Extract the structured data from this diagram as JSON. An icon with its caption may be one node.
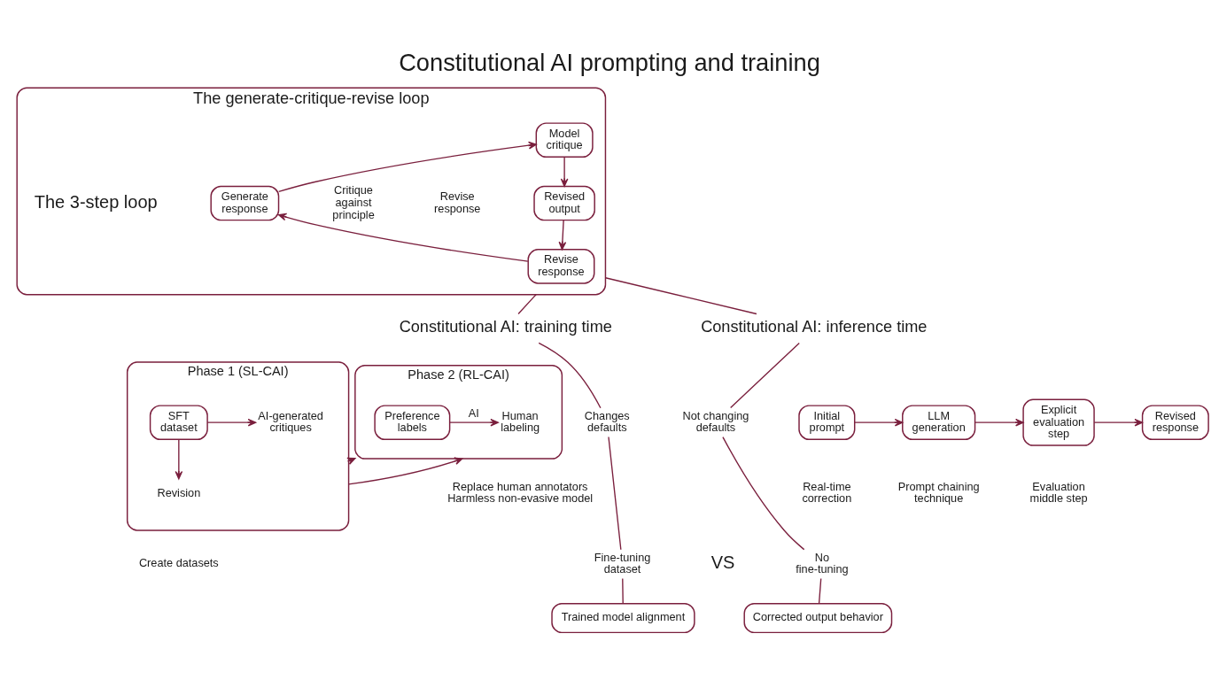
{
  "diagram": {
    "title": "Constitutional AI prompting and training",
    "nodes": [
      {
        "text": [
          "The generate-critique-revise loop"
        ]
      },
      {
        "text": [
          "Model critique"
        ],
        "in": 0
      },
      {
        "text": [
          "Generate response"
        ],
        "in": 0
      },
      {
        "text": [
          "Revised output"
        ],
        "in": 0
      },
      {
        "text": [
          "Revise response"
        ],
        "in": 0
      },
      {
        "text": [
          "Constitutional AI: training time"
        ]
      },
      {
        "text": [
          "Constitutional AI: inference time"
        ]
      },
      {
        "text": [
          "Phase 1 (SL-CAI)"
        ],
        "beside": [
          "Create datasets"
        ]
      },
      {
        "text": [
          "SFT dataset"
        ],
        "in": 7
      },
      {
        "text": [
          "AI-generated critiques"
        ],
        "in": 7
      },
      {
        "text": [
          "Revision"
        ],
        "in": 7
      },
      {
        "text": [
          "Phase 2 (RL-CAI)"
        ],
        "beside": [
          "Replace human annotators",
          "Harmless non-evasive model"
        ]
      },
      {
        "text": [
          "Preference labels"
        ],
        "in": 11
      },
      {
        "text": [
          "Human labeling"
        ],
        "in": 11
      },
      {
        "text": [
          "Changes defaults"
        ]
      },
      {
        "text": [
          "Fine-tuning dataset"
        ]
      },
      {
        "text": [
          "Not changing defaults"
        ]
      },
      {
        "text": [
          "No fine-tuning"
        ]
      },
      {
        "text": [
          "Initial prompt"
        ],
        "beside": [
          "Real-time correction"
        ]
      },
      {
        "text": [
          "LLM generation"
        ],
        "beside": [
          "Prompt chaining technique"
        ]
      },
      {
        "text": [
          "Explicit evaluation step"
        ],
        "beside": [
          "Evaluation middle step"
        ]
      },
      {
        "text": [
          "Revised response"
        ]
      },
      {
        "text": [
          "Trained model alignment"
        ]
      },
      {
        "text": [
          "Corrected output behavior"
        ]
      }
    ],
    "edges": [
      {
        "from": 2,
        "to": 1,
        "arrow": "to"
      },
      {
        "from": 1,
        "to": 3,
        "arrow": "to"
      },
      {
        "from": 3,
        "to": 4,
        "arrow": "to"
      },
      {
        "from": 4,
        "to": 2,
        "arrow": "to"
      },
      {
        "from": 0,
        "to": 5,
        "arrow": "none"
      },
      {
        "from": 0,
        "to": 6,
        "arrow": "none"
      },
      {
        "from": 8,
        "to": 9,
        "arrow": "to"
      },
      {
        "from": 8,
        "to": 10,
        "arrow": "to"
      },
      {
        "from": 7,
        "to": 11,
        "arrow": "to"
      },
      {
        "from": 7,
        "to": 11,
        "arrow": "to"
      },
      {
        "from": 12,
        "to": 13,
        "arrow": "to",
        "label": "AI"
      },
      {
        "from": 5,
        "to": 14,
        "arrow": "none"
      },
      {
        "from": 14,
        "to": 15,
        "arrow": "none"
      },
      {
        "from": 15,
        "to": 22,
        "arrow": "none"
      },
      {
        "from": 6,
        "to": 16,
        "arrow": "none"
      },
      {
        "from": 16,
        "to": 17,
        "arrow": "none"
      },
      {
        "from": 17,
        "to": 23,
        "arrow": "none"
      },
      {
        "from": 18,
        "to": 19,
        "arrow": "to"
      },
      {
        "from": 19,
        "to": 20,
        "arrow": "to"
      },
      {
        "from": 20,
        "to": 21,
        "arrow": "to"
      }
    ],
    "labels": [
      "The 3-step loop",
      "Critique against principle",
      "Revise response",
      "VS"
    ]
  }
}
